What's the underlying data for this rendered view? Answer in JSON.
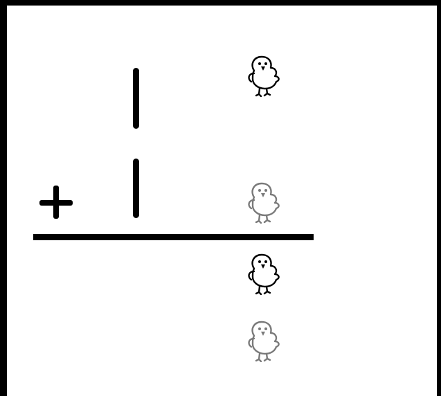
{
  "scene": {
    "operator_symbol": "plus",
    "addends": [
      {
        "tally_count": 1,
        "picture": "chick-icon"
      },
      {
        "tally_count": 1,
        "picture": "chick-icon"
      }
    ],
    "sum": {
      "picture_count": 2,
      "picture": "chick-icon"
    }
  },
  "colors": {
    "ink": "#000000",
    "faded_ink": "#7a7a7a",
    "background": "#ffffff"
  }
}
